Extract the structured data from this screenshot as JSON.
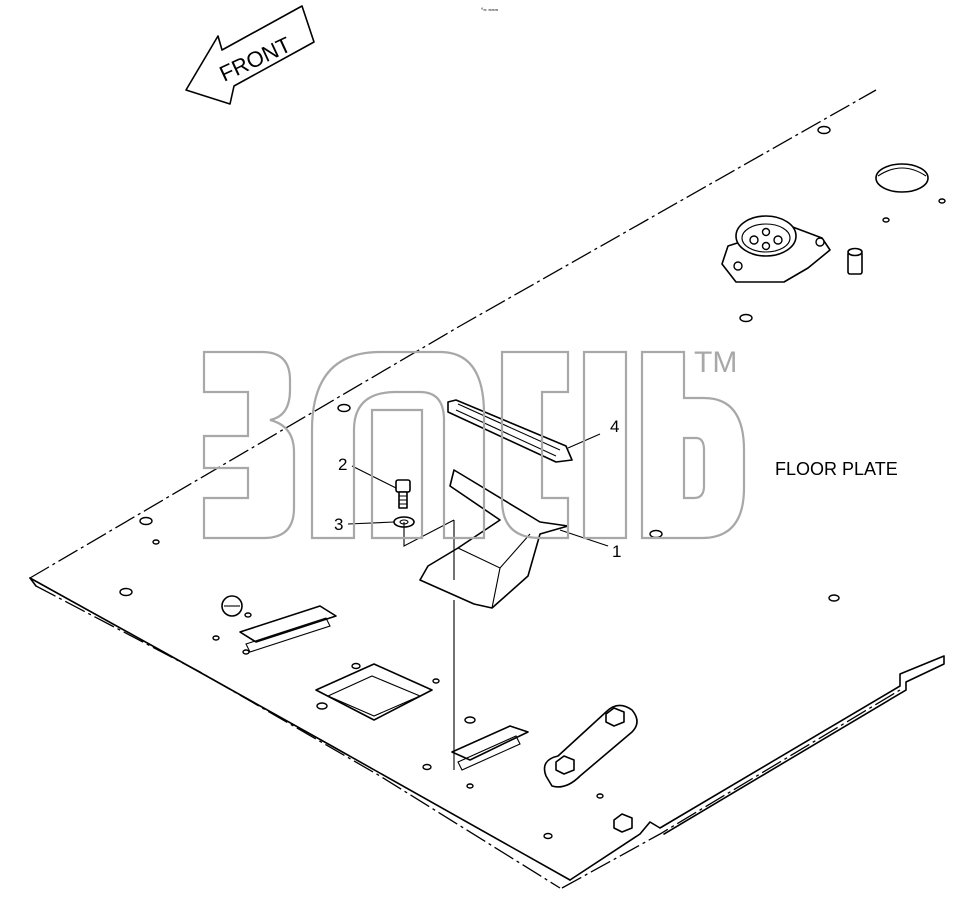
{
  "diagram": {
    "direction_arrow_label": "FRONT",
    "assembly_label": "FLOOR PLATE",
    "corner_mark": "°≈ ≈≈≈",
    "watermark_trademark": "TM",
    "callouts": [
      {
        "number": "1",
        "part": "pedal-bracket"
      },
      {
        "number": "2",
        "part": "bolt"
      },
      {
        "number": "3",
        "part": "washer"
      },
      {
        "number": "4",
        "part": "pedal-pad"
      }
    ]
  }
}
